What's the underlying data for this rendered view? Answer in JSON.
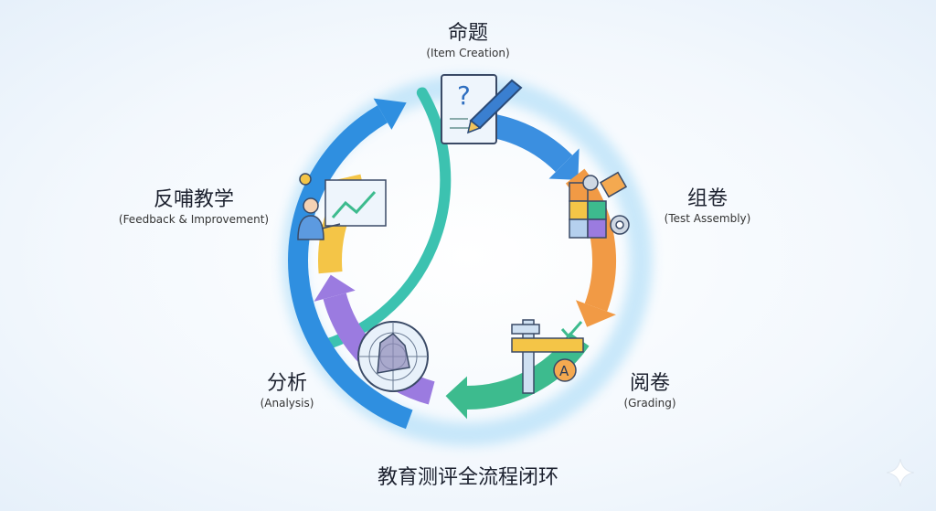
{
  "stages": [
    {
      "zh": "命题",
      "en": "(Item Creation)",
      "color": "#3b8fe0"
    },
    {
      "zh": "组卷",
      "en": "(Test Assembly)",
      "color": "#f19a45"
    },
    {
      "zh": "阅卷",
      "en": "(Grading)",
      "color": "#3dbb8e"
    },
    {
      "zh": "分析",
      "en": "(Analysis)",
      "color": "#9b7be0"
    },
    {
      "zh": "反哺教学",
      "en": "(Feedback & Improvement)",
      "color": "#f4c547"
    }
  ],
  "title": "教育测评全流程闭环",
  "colors": {
    "ring_outer": "#2f8fe0",
    "ring_teal": "#3cc2b0"
  }
}
